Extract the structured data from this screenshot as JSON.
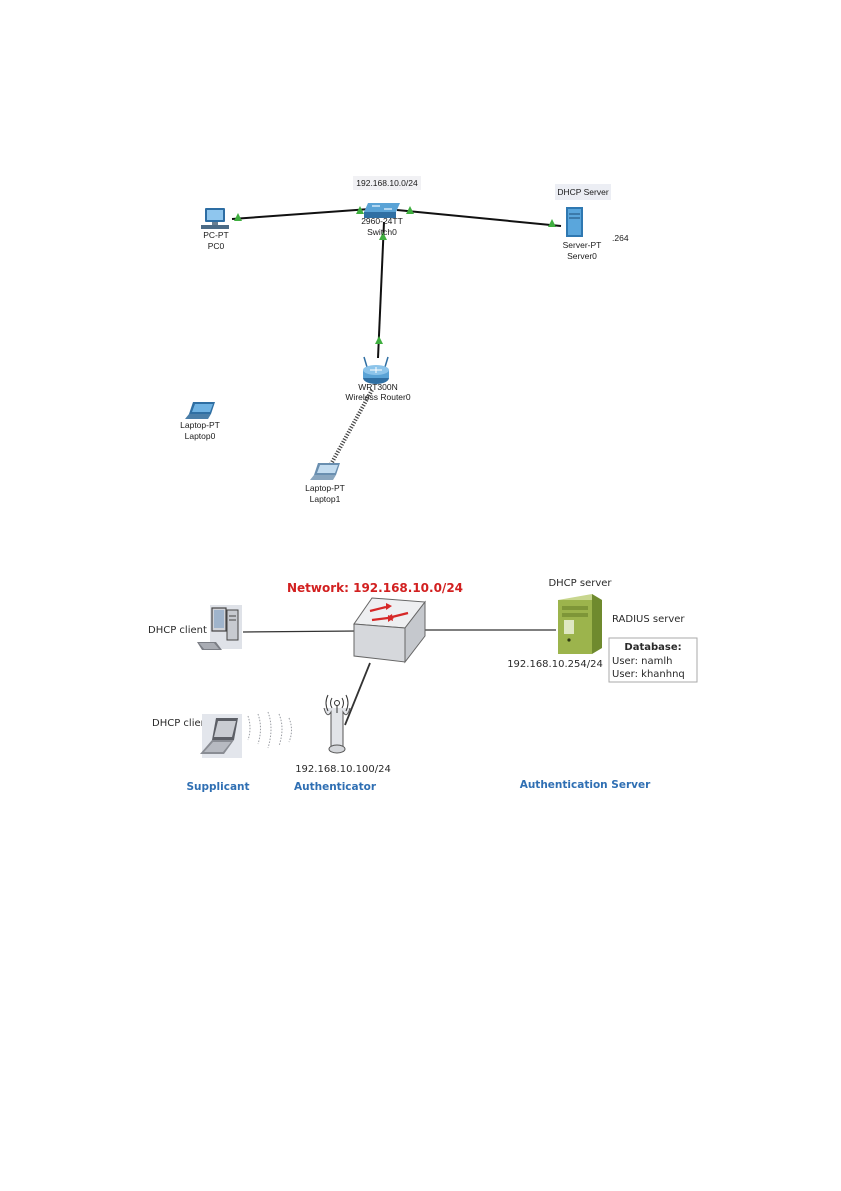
{
  "packet_tracer": {
    "network_label": "192.168.10.0/24",
    "dhcp_server_label": "DHCP Server",
    "server_ip_suffix": ".264",
    "devices": {
      "pc": {
        "type": "PC-PT",
        "name": "PC0"
      },
      "switch": {
        "type": "2960-24TT",
        "name": "Switch0"
      },
      "server": {
        "type": "Server-PT",
        "name": "Server0"
      },
      "router": {
        "type": "WRT300N",
        "name": "Wireless Router0"
      },
      "laptop0": {
        "type": "Laptop-PT",
        "name": "Laptop0"
      },
      "laptop1": {
        "type": "Laptop-PT",
        "name": "Laptop1"
      }
    }
  },
  "topology": {
    "network": "Network: 192.168.10.0/24",
    "dhcp_client_pc": "DHCP client",
    "dhcp_client_laptop": "DHCP client",
    "dhcp_server": "DHCP server",
    "radius_server": "RADIUS server",
    "server_ip": "192.168.10.254/24",
    "ap_ip": "192.168.10.100/24",
    "database": {
      "title": "Database:",
      "users": [
        "User: namlh",
        "User: khanhnq"
      ]
    },
    "roles": {
      "supplicant": "Supplicant",
      "authenticator": "Authenticator",
      "authentication_server": "Authentication Server"
    }
  },
  "colors": {
    "network_label": "#d22020",
    "role_labels": "#2f6fb3",
    "link_up_triangle": "#3fae3f"
  }
}
